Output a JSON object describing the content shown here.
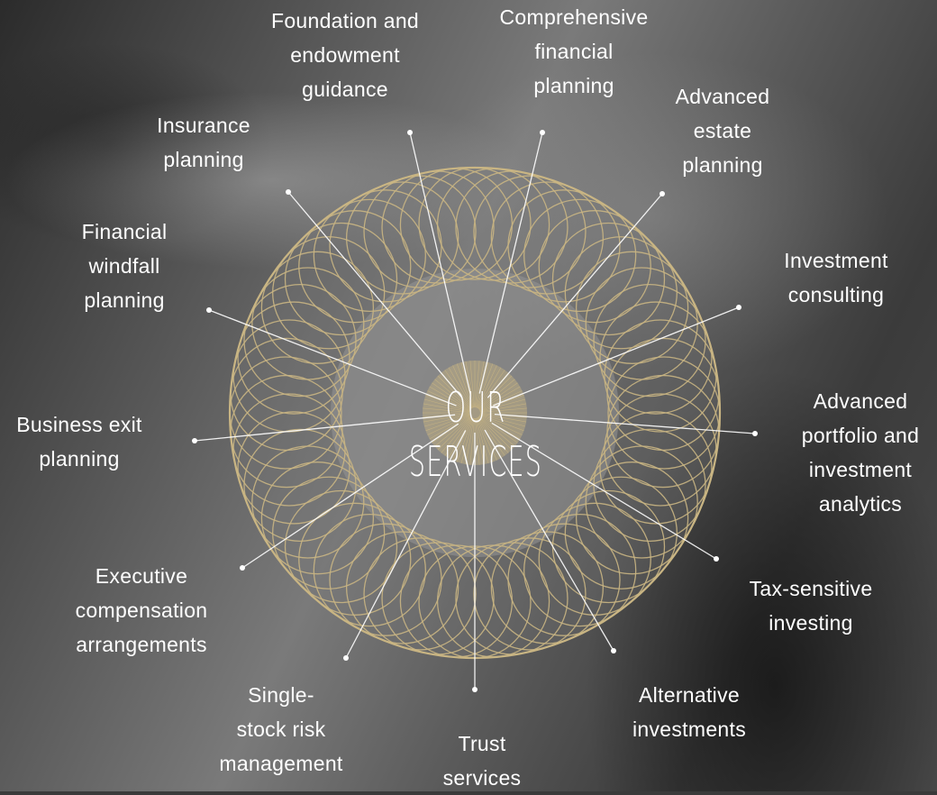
{
  "title": "OUR SERVICES",
  "colors": {
    "gold": "#c9b583",
    "line": "#ffffff",
    "dot": "#ffffff"
  },
  "services": [
    {
      "label": "Foundation and\nendowment\nguidance"
    },
    {
      "label": "Comprehensive\nfinancial\nplanning"
    },
    {
      "label": "Advanced\nestate\nplanning"
    },
    {
      "label": "Investment\nconsulting"
    },
    {
      "label": "Advanced\nportfolio and\ninvestment\nanalytics"
    },
    {
      "label": "Tax-sensitive\ninvesting"
    },
    {
      "label": "Alternative\ninvestments"
    },
    {
      "label": "Trust\nservices"
    },
    {
      "label": "Single-\nstock risk\nmanagement"
    },
    {
      "label": "Executive\ncompensation\narrangements"
    },
    {
      "label": "Business exit\nplanning"
    },
    {
      "label": "Financial\nwindfall\nplanning"
    },
    {
      "label": "Insurance\nplanning"
    }
  ]
}
